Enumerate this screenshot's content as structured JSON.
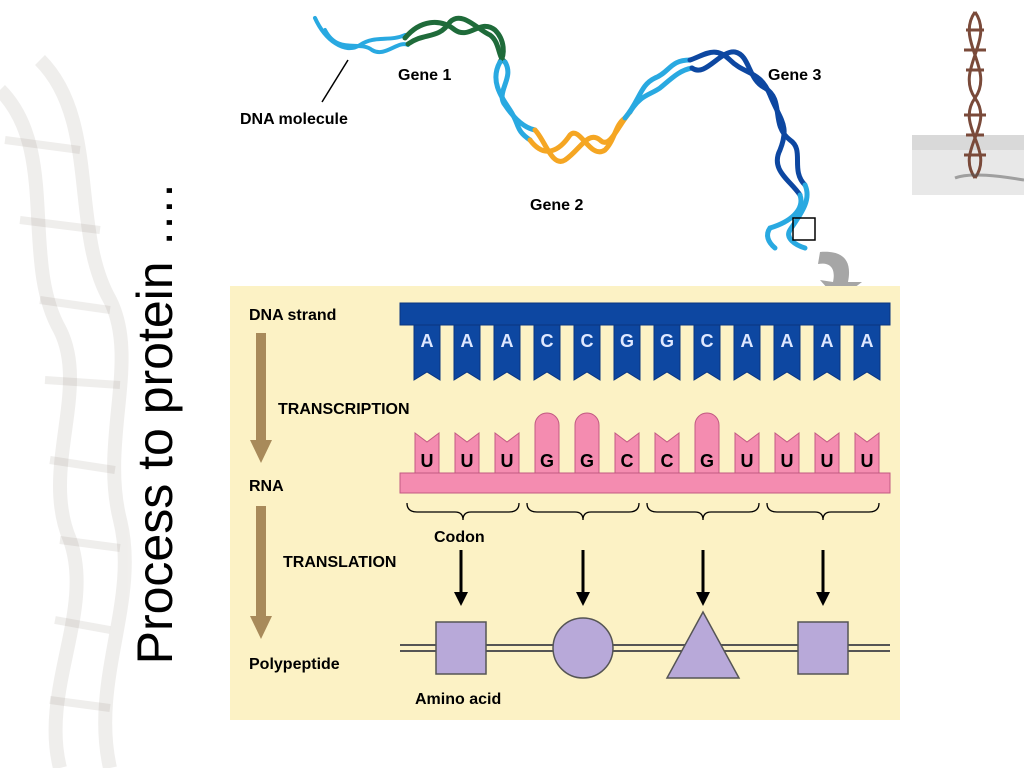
{
  "slide": {
    "title": "Process to protein …."
  },
  "dna_overview": {
    "molecule_label": "DNA molecule",
    "genes": [
      "Gene 1",
      "Gene 2",
      "Gene 3"
    ],
    "colors": {
      "gene1": "#1f6b3a",
      "gene2": "#f5a623",
      "gene3": "#0d47a1",
      "strand": "#29a9e1"
    }
  },
  "process": {
    "dna_strand_label": "DNA strand",
    "transcription_label": "TRANSCRIPTION",
    "rna_label": "RNA",
    "translation_label": "TRANSLATION",
    "polypeptide_label": "Polypeptide",
    "codon_label": "Codon",
    "amino_acid_label": "Amino acid",
    "dna_bases": [
      "A",
      "A",
      "A",
      "C",
      "C",
      "G",
      "G",
      "C",
      "A",
      "A",
      "A",
      "A"
    ],
    "rna_bases": [
      "U",
      "U",
      "U",
      "G",
      "G",
      "C",
      "C",
      "G",
      "U",
      "U",
      "U",
      "U"
    ],
    "amino_acid_shapes": [
      "square",
      "circle",
      "triangle",
      "square"
    ],
    "colors": {
      "panel": "#fcf2c5",
      "dna": "#0d47a1",
      "rna": "#f48cb0",
      "amino": "#b8a9d9",
      "arrow": "#a88a5a"
    }
  }
}
